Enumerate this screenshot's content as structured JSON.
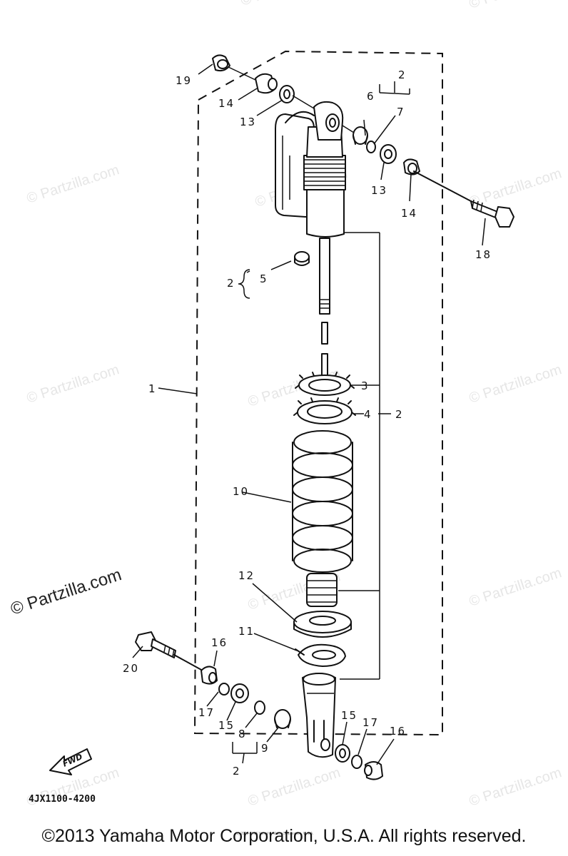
{
  "watermark": {
    "text": "© Partzilla.com",
    "emphasized": "© Partzilla.com"
  },
  "callouts": {
    "c1": "1",
    "c2_top": "2",
    "c2_mid": "2",
    "c2_left": "2",
    "c2_bottom": "2",
    "c3": "3",
    "c4": "4",
    "c5": "5",
    "c6": "6",
    "c7": "7",
    "c8": "8",
    "c9": "9",
    "c10": "10",
    "c11": "11",
    "c12": "12",
    "c13_top": "13",
    "c13_right": "13",
    "c14_top": "14",
    "c14_right": "14",
    "c15_left": "15",
    "c15_right": "15",
    "c16_left": "16",
    "c16_right": "16",
    "c17_left": "17",
    "c17_right": "17",
    "c18": "18",
    "c19": "19",
    "c20": "20"
  },
  "fwd_label": "FWD",
  "diagram_code": "4JX1100-4200",
  "tiny_credit": "(c) 2005-2016 Yamaha Motor Corporation, U.S.A.",
  "copyright": "©2013 Yamaha Motor Corporation, U.S.A. All rights reserved."
}
